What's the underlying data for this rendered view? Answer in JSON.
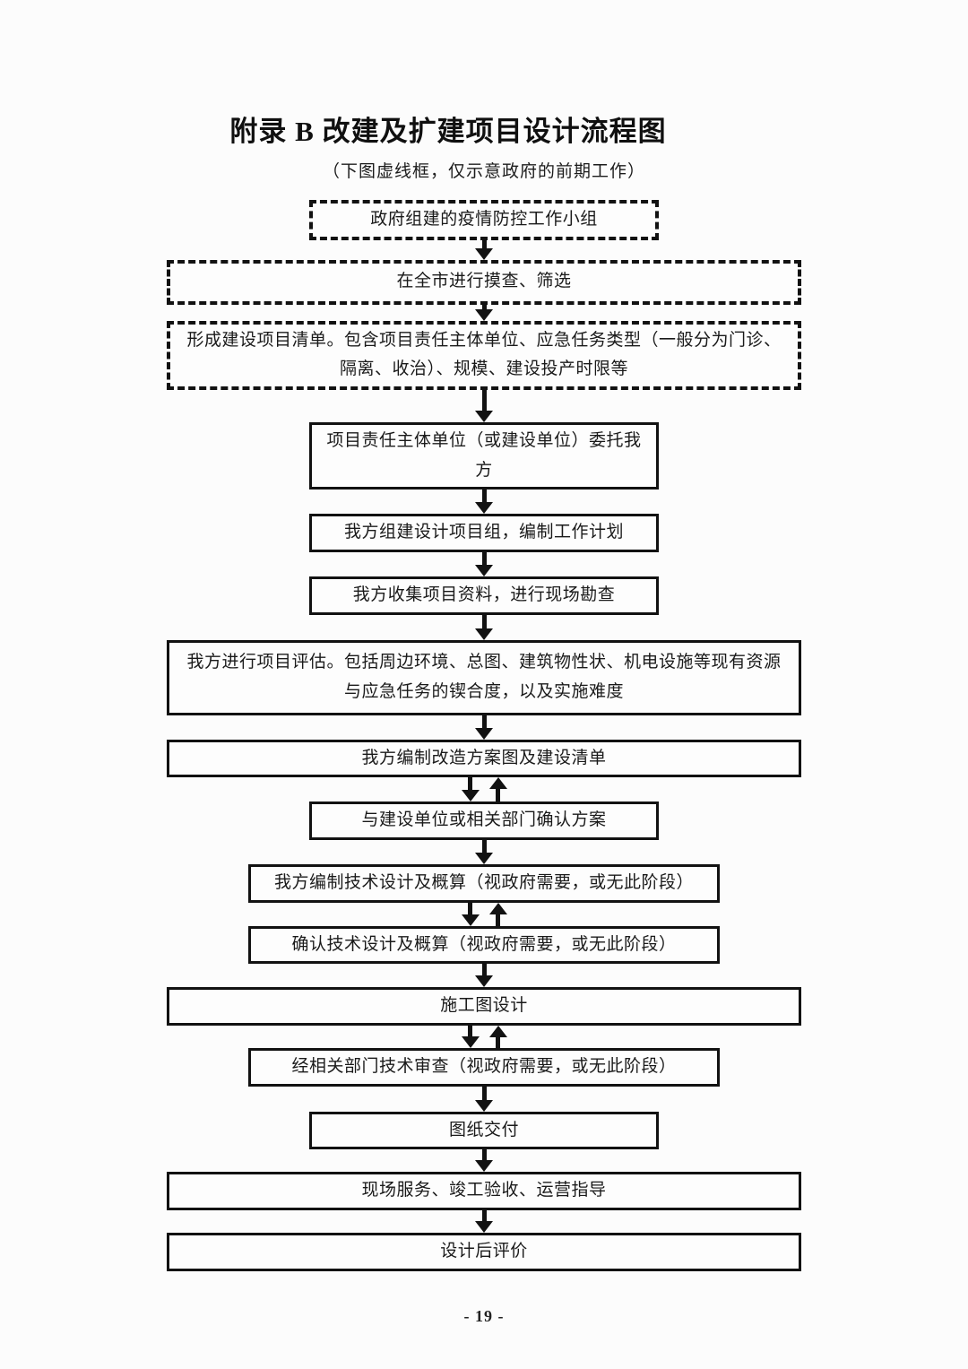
{
  "title": "附录 B 改建及扩建项目设计流程图",
  "subtitle": "（下图虚线框，仅示意政府的前期工作）",
  "page_number": "- 19 -",
  "colors": {
    "ink": "#121212",
    "background": "#fcfcfc"
  },
  "flow": {
    "note": "dashed boxes indicate government preliminary work",
    "steps": [
      {
        "id": "gov-epidemic-group",
        "label": "政府组建的疫情防控工作小组",
        "style": "dashed"
      },
      {
        "id": "citywide-survey",
        "label": "在全市进行摸查、筛选",
        "style": "dashed"
      },
      {
        "id": "project-list",
        "label": "形成建设项目清单。包含项目责任主体单位、应急任务类型（一般分为门诊、隔离、收治）、规模、建设投产时限等",
        "style": "dashed"
      },
      {
        "id": "entrust-us",
        "label": "项目责任主体单位（或建设单位）委托我方",
        "style": "solid"
      },
      {
        "id": "form-design-team",
        "label": "我方组建设计项目组，编制工作计划",
        "style": "solid"
      },
      {
        "id": "collect-data-site-survey",
        "label": "我方收集项目资料，进行现场勘查",
        "style": "solid"
      },
      {
        "id": "project-evaluation",
        "label": "我方进行项目评估。包括周边环境、总图、建筑物性状、机电设施等现有资源与应急任务的锲合度，以及实施难度",
        "style": "solid"
      },
      {
        "id": "renovation-scheme",
        "label": "我方编制改造方案图及建设清单",
        "style": "solid"
      },
      {
        "id": "confirm-scheme",
        "label": "与建设单位或相关部门确认方案",
        "style": "solid"
      },
      {
        "id": "technical-design-budget",
        "label": "我方编制技术设计及概算（视政府需要，或无此阶段）",
        "style": "solid"
      },
      {
        "id": "confirm-technical-design",
        "label": "确认技术设计及概算（视政府需要，或无此阶段）",
        "style": "solid"
      },
      {
        "id": "construction-drawing-design",
        "label": "施工图设计",
        "style": "solid"
      },
      {
        "id": "technical-review",
        "label": "经相关部门技术审查（视政府需要，或无此阶段）",
        "style": "solid"
      },
      {
        "id": "drawing-delivery",
        "label": "图纸交付",
        "style": "solid"
      },
      {
        "id": "site-service-acceptance",
        "label": "现场服务、竣工验收、运营指导",
        "style": "solid"
      },
      {
        "id": "post-design-evaluation",
        "label": "设计后评价",
        "style": "solid"
      }
    ],
    "connectors": [
      "down",
      "down",
      "down",
      "down",
      "down",
      "down",
      "down",
      "bidirectional",
      "down",
      "bidirectional",
      "down",
      "bidirectional",
      "down",
      "down",
      "down"
    ]
  }
}
